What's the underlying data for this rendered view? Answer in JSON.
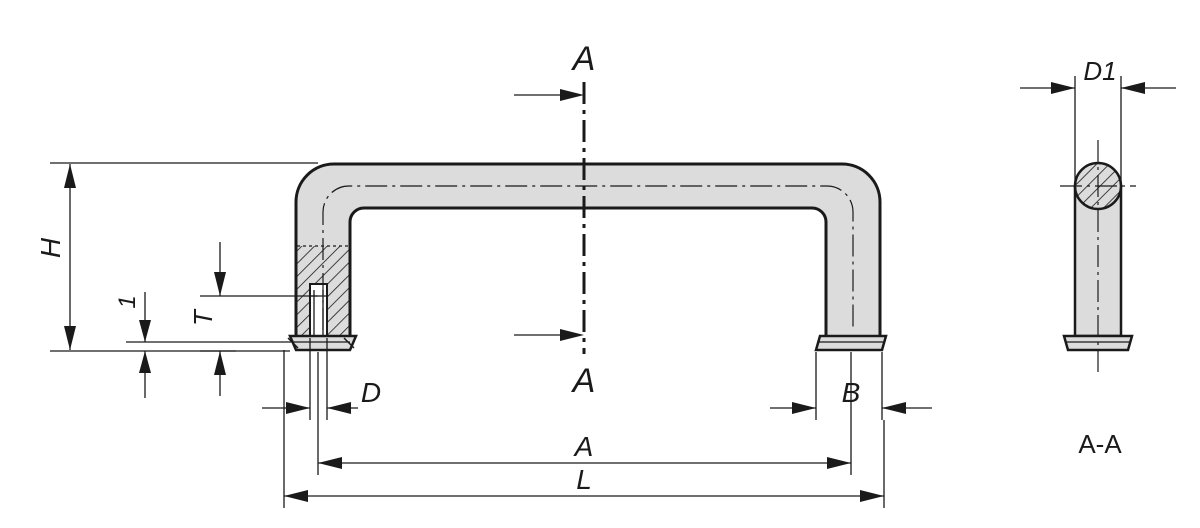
{
  "labels": {
    "section_top": "A",
    "section_bottom": "A",
    "dim_H": "H",
    "dim_T": "T",
    "dim_1": "1",
    "dim_D": "D",
    "dim_B": "B",
    "dim_A": "A",
    "dim_L": "L",
    "dim_D1": "D1",
    "section_view": "A-A"
  },
  "colors": {
    "line": "#1a1a1a",
    "fill": "#dcdcdc"
  }
}
